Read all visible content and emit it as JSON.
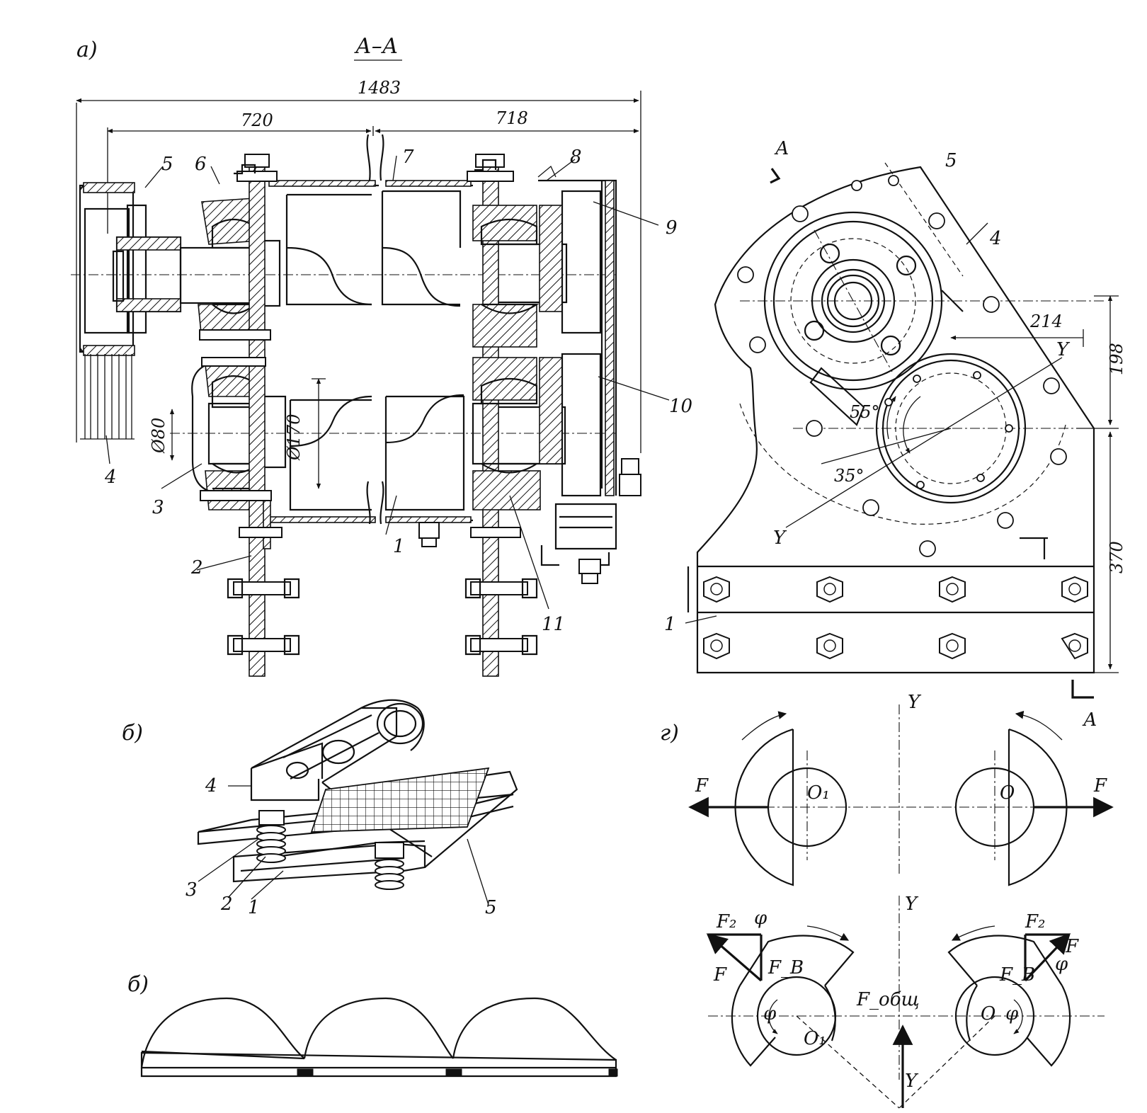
{
  "panel_labels": {
    "a": "а)",
    "b": "б)",
    "v": "б)",
    "g": "г)"
  },
  "section_title": "А–А",
  "dimensions": {
    "total": "1483",
    "left": "720",
    "right": "718",
    "phi80": "Ø80",
    "phi170": "Ø170",
    "d198": "198",
    "d370": "370",
    "d214": "214"
  },
  "angles": {
    "a55": "55°",
    "a35": "35°"
  },
  "section_marks": {
    "top": "А",
    "bottom": "А"
  },
  "callouts_a": {
    "c1": "1",
    "c2": "2",
    "c3": "3",
    "c4": "4",
    "c5": "5",
    "c6": "6",
    "c7": "7",
    "c8": "8",
    "c9": "9",
    "c10": "10",
    "c11": "11"
  },
  "callouts_side": {
    "c1": "1",
    "c4": "4",
    "c5": "5",
    "y1": "Y",
    "y2": "Y"
  },
  "callouts_b": {
    "c1": "1",
    "c2": "2",
    "c3": "3",
    "c4": "4",
    "c5": "5"
  },
  "force_top": {
    "Y": "Y",
    "F_left": "F",
    "F_right": "F",
    "O1": "O₁",
    "O": "O"
  },
  "force_bottom": {
    "Y_top": "Y",
    "Y_bottom": "Y",
    "F2_left": "F₂",
    "F2_right": "F₂",
    "phi_l": "φ",
    "phi_r": "φ",
    "phi_lc": "φ",
    "phi_rc": "φ",
    "F_left": "F",
    "F_right": "F",
    "Fv_left": "F_В",
    "Fv_right": "F_В",
    "Ftotal": "F_общ",
    "O1": "O₁",
    "O": "O"
  }
}
